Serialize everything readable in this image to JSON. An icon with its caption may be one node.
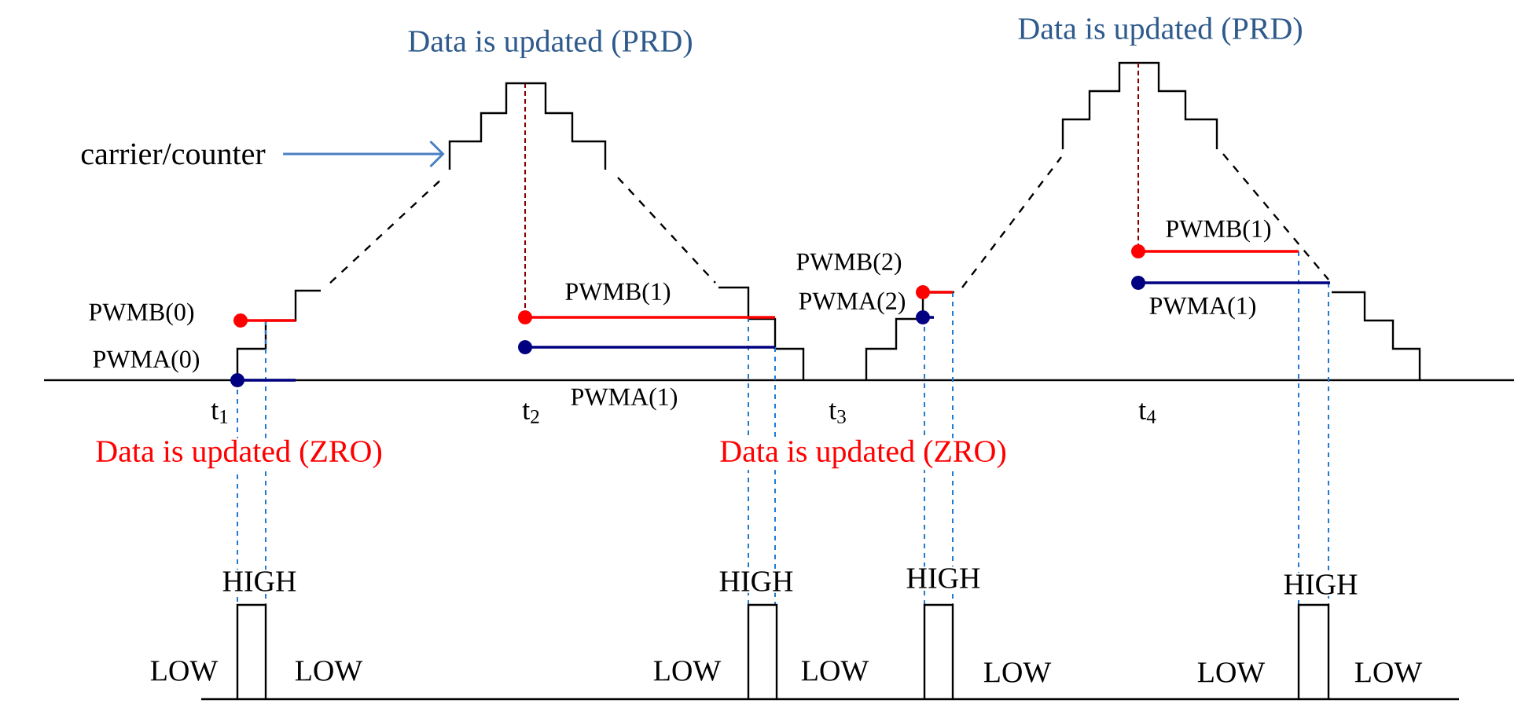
{
  "diagram": {
    "nodes": [
      {
        "text": [
          "carrier/counter"
        ]
      },
      {
        "text": [],
        "shape": "picture"
      }
    ],
    "edges": [
      {
        "from": 0,
        "to": 1,
        "arrow": "to"
      }
    ],
    "labels": [
      "Data is updated (PRD)",
      "Data is updated (PRD)",
      "PWMB(1)",
      "PWMB(2)",
      "PWMB(0)",
      "PWMB(1)",
      "PWMA(2)",
      "PWMA(1)",
      "PWMA(0)",
      "PWMA(1)",
      "t$_{1}$",
      "t$_{2}$",
      "t$_{3}$",
      "t$_{4}$",
      "Data is updated (ZRO)",
      "Data is updated (ZRO)",
      "HIGH",
      "HIGH",
      "HIGH",
      "HIGH",
      "LOW",
      "LOW",
      "LOW",
      "LOW",
      "LOW",
      "LOW",
      "LOW"
    ]
  }
}
